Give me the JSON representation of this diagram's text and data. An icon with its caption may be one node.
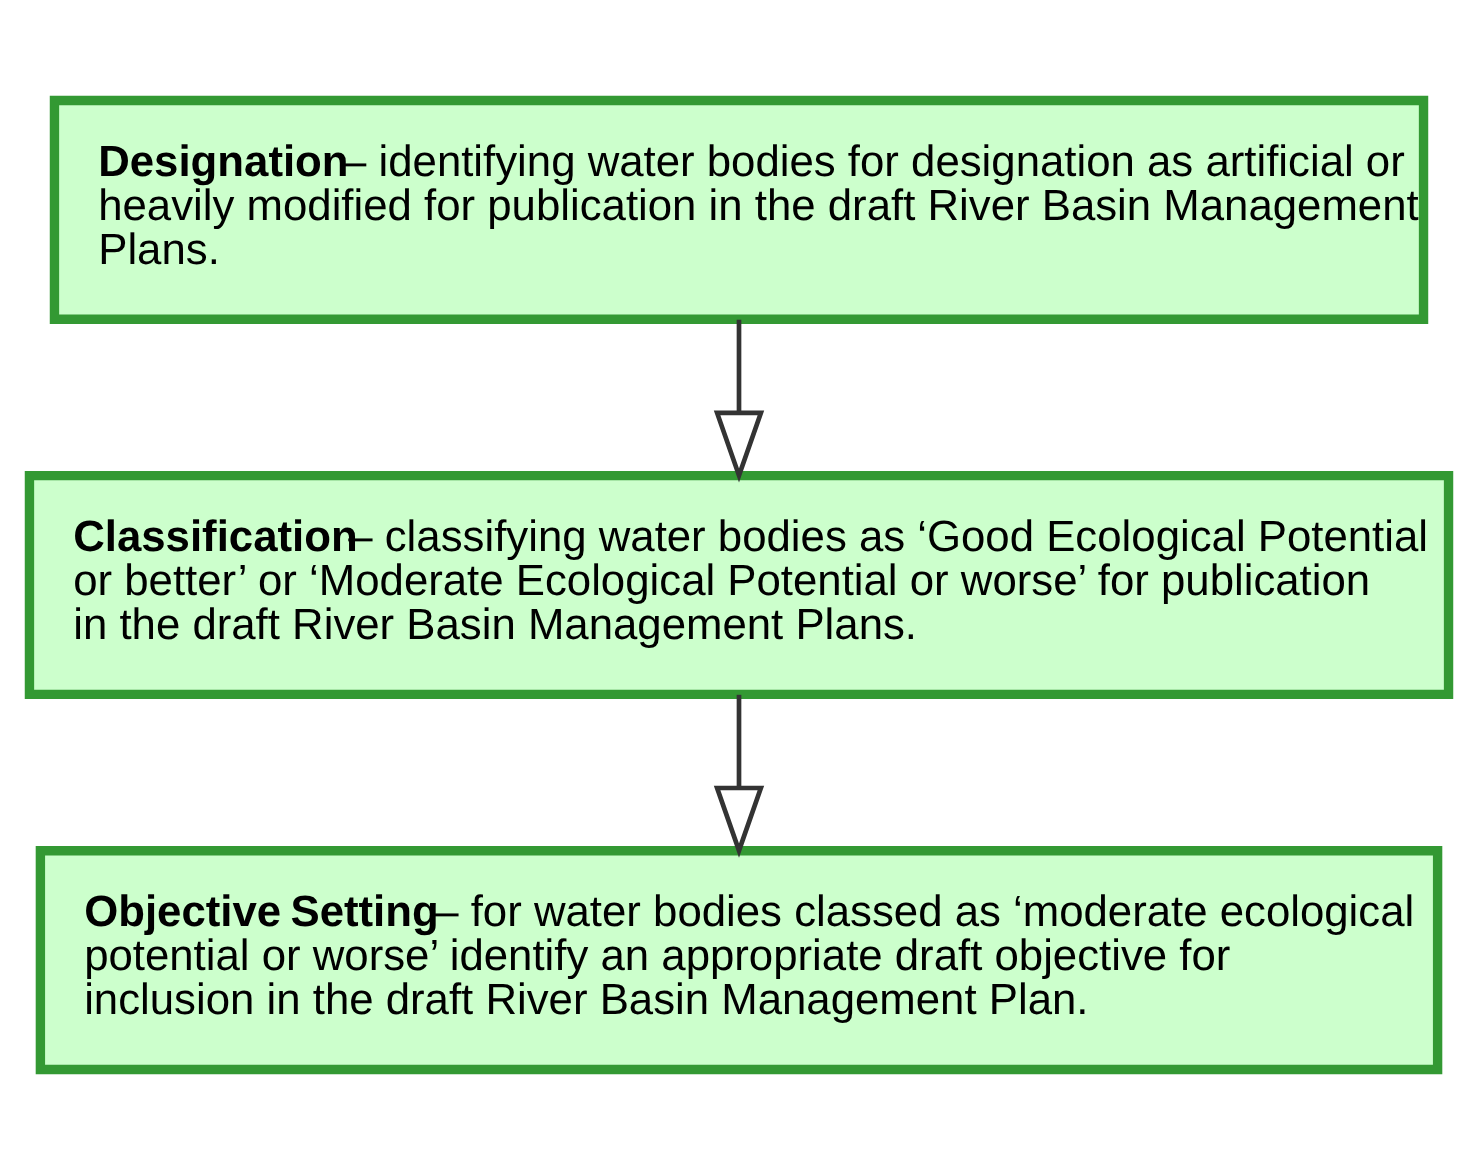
{
  "diagram": {
    "nodes": [
      {
        "text": [
          "Designation",
          "– identifying water bodies for designation as artificial or heavily modified for publication in the draft River Basin Management Plans."
        ]
      },
      {
        "text": [
          "Classification",
          "– classifying water bodies as ‘Good Ecological Potential or better’ or ‘Moderate Ecological Potential or worse’ for publication in the draft River Basin Management Plans."
        ]
      },
      {
        "text": [
          "Objective Setting",
          "– for water bodies classed as ‘moderate ecological potential or worse’ identify an appropriate draft objective for inclusion in the draft River Basin Management Plan."
        ]
      }
    ],
    "edges": [
      {
        "from": 0,
        "to": 1,
        "arrow": "to"
      },
      {
        "from": 1,
        "to": 2,
        "arrow": "to"
      }
    ]
  }
}
